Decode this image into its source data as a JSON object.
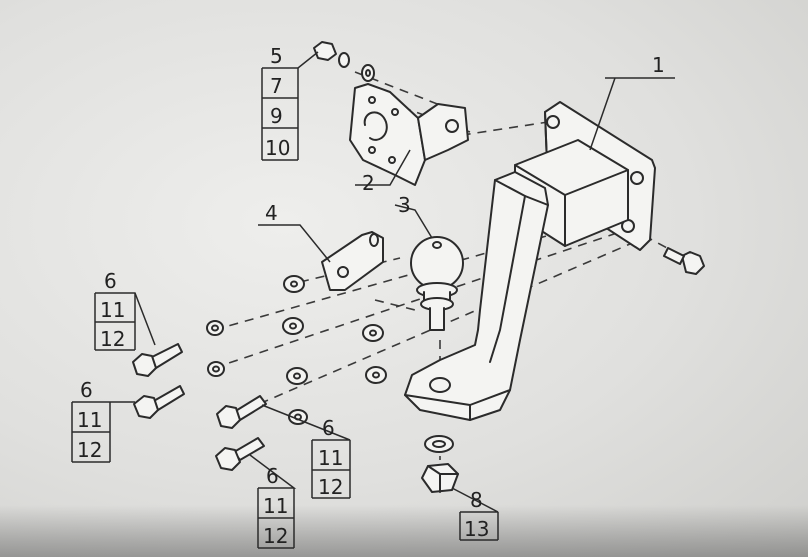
{
  "diagram": {
    "callouts": {
      "c1": "1",
      "c2": "2",
      "c3": "3",
      "c4": "4",
      "c5": [
        "5",
        "7",
        "9",
        "10"
      ],
      "c6a": [
        "6",
        "11",
        "12"
      ],
      "c6b": [
        "6",
        "11",
        "12"
      ],
      "c6c": [
        "6",
        "11",
        "12"
      ],
      "c6d": [
        "6",
        "11",
        "12"
      ],
      "c8": [
        "8",
        "13"
      ]
    },
    "colors": {
      "paper": "#e6e6e4",
      "ink": "#2b2b2b"
    }
  }
}
